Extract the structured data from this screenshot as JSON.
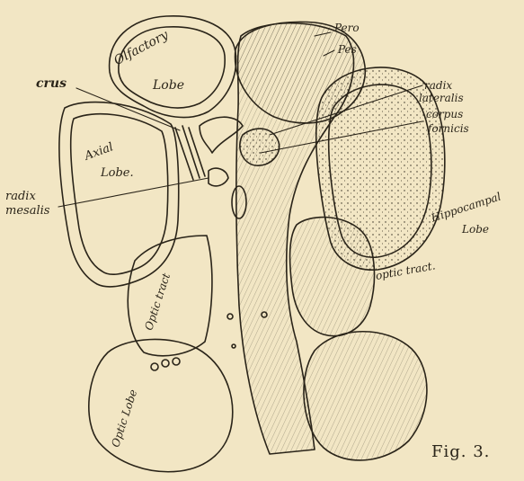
{
  "labels": {
    "olfactory_1": "Olfactory",
    "olfactory_2": "Lobe",
    "crus": "crus",
    "axial_1": "Axial",
    "axial_2": "Lobe.",
    "radix_mesalis_1": "radix",
    "radix_mesalis_2": "mesalis",
    "pero": "Pero",
    "pes": "Pes",
    "radix_lateralis_1": "radix",
    "radix_lateralis_2": "lateralis",
    "corpus_fornicis_1": "corpus",
    "corpus_fornicis_2": "fornicis",
    "hippocampal_1": "Hippocampal",
    "hippocampal_2": "Lobe",
    "optic_tract_right": "optic tract.",
    "optic_tract_left": "Optic tract",
    "optic_lobe": "Optic Lobe",
    "figure_label": "Fig. 3."
  },
  "colors": {
    "paper": "#f2e6c4",
    "ink": "#2a2419"
  }
}
